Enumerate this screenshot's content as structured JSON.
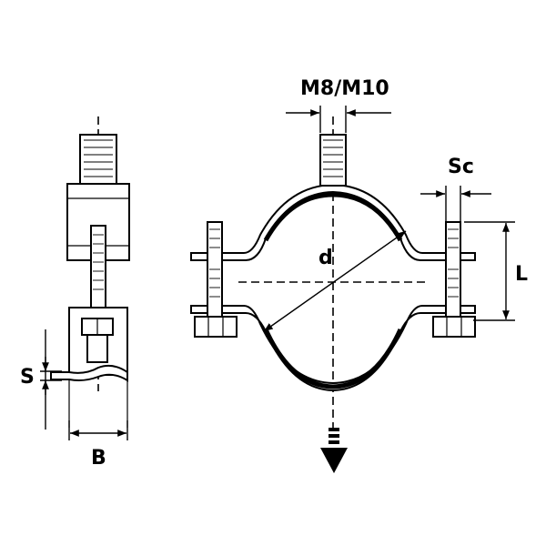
{
  "labels": {
    "thread_size": "M8/M10",
    "diameter": "d",
    "screw_spacing": "Sc",
    "length": "L",
    "thickness": "S",
    "width": "B"
  },
  "colors": {
    "line": "#000000",
    "background": "#ffffff"
  }
}
